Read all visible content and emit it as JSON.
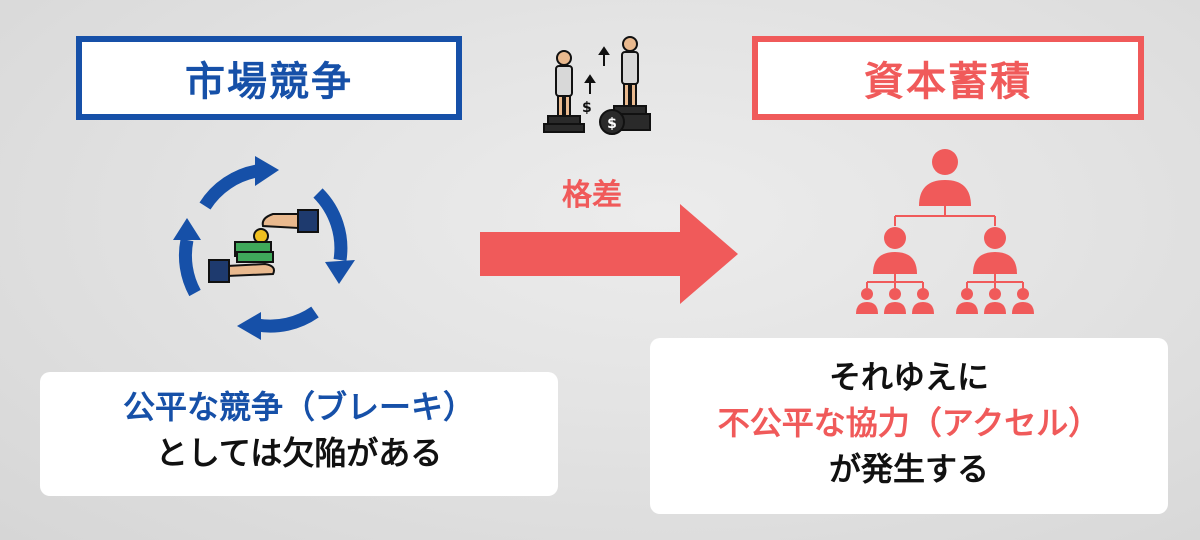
{
  "left": {
    "title": "市場競争",
    "line1": "公平な競争（ブレーキ）",
    "line2": "としては欠陥がある"
  },
  "right": {
    "title": "資本蓄積",
    "line1": "それゆえに",
    "line2": "不公平な協力（アクセル）",
    "line3": "が発生する"
  },
  "center": {
    "label": "格差",
    "icon_dollar": "$"
  },
  "colors": {
    "blue": "#1650a8",
    "red": "#f05a5a",
    "background": "#e4e4e4"
  },
  "icons": [
    "cycle-arrows-icon",
    "money-exchange-icon",
    "inequality-people-icon",
    "right-arrow-icon",
    "hierarchy-tree-icon"
  ]
}
